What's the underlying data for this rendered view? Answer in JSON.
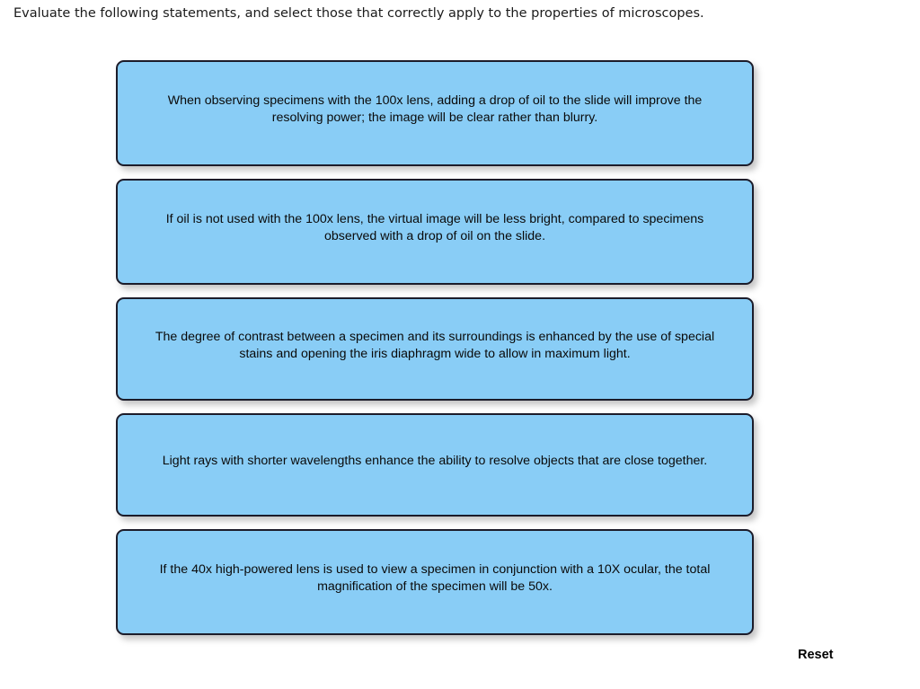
{
  "prompt": {
    "text": "Evaluate the following statements, and select those that correctly apply to the properties of microscopes."
  },
  "colors": {
    "card_fill": "#89cdf6",
    "card_border": "#1c1c2a",
    "page_background": "#ffffff",
    "text": "#0a0a0a"
  },
  "cards": [
    {
      "id": "statement-1",
      "text": "When observing specimens with the 100x lens, adding a drop of oil to the slide will improve the resolving power; the image will be clear rather than blurry.",
      "selected": false
    },
    {
      "id": "statement-2",
      "text": "If oil is not used with the 100x lens, the virtual image will be less bright, compared to specimens observed with a drop of oil on the slide.",
      "selected": false
    },
    {
      "id": "statement-3",
      "text": "The degree of contrast between a specimen and its surroundings is enhanced by the use of special stains and opening the iris diaphragm wide to allow in maximum light.",
      "selected": false
    },
    {
      "id": "statement-4",
      "text": "Light rays with shorter wavelengths enhance the ability to resolve objects that are close together.",
      "selected": false
    },
    {
      "id": "statement-5",
      "text": "If the 40x high-powered lens is used to view a specimen in conjunction with a 10X ocular, the total magnification of the specimen will be 50x.",
      "selected": false
    }
  ],
  "reset": {
    "label": "Reset"
  }
}
